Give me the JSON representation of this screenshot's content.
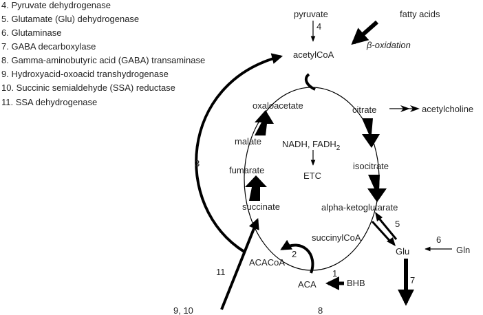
{
  "legend": [
    "4. Pyruvate dehydrogenase",
    "5. Glutamate (Glu) dehydrogenase",
    "6. Glutaminase",
    "7. GABA decarboxylase",
    "8. Gamma-aminobutyric acid (GABA) transaminase",
    "9. Hydroxyacid-oxoacid transhydrogenase",
    "10. Succinic semialdehyde (SSA) reductase",
    "11. SSA dehydrogenase"
  ],
  "metabolites": {
    "pyruvate": "pyruvate",
    "fatty_acids": "fatty acids",
    "beta_oxidation": "β-oxidation",
    "acetylcoa": "acetylCoA",
    "oxaloacetate": "oxaloacetate",
    "citrate": "citrate",
    "acetylcholine": "acetylcholine",
    "malate": "malate",
    "nadh_fadh": "NADH, FADH",
    "nadh_fadh_sub": "2",
    "etc": "ETC",
    "isocitrate": "isocitrate",
    "fumarate": "fumarate",
    "succinate": "succinate",
    "alpha_ketoglutarate": "alpha-ketoglutarate",
    "succinylcoa": "succinylCoA",
    "glu": "Glu",
    "gln": "Gln",
    "acacoa": "ACACoA",
    "aca": "ACA",
    "bhb": "BHB"
  },
  "enzyme_numbers": {
    "n1": "1",
    "n2": "2",
    "n3": "3",
    "n4": "4",
    "n5": "5",
    "n6": "6",
    "n7": "7",
    "n8": "8",
    "n9_10": "9, 10",
    "n11": "11"
  },
  "colors": {
    "ink": "#000000",
    "text": "#222222"
  }
}
